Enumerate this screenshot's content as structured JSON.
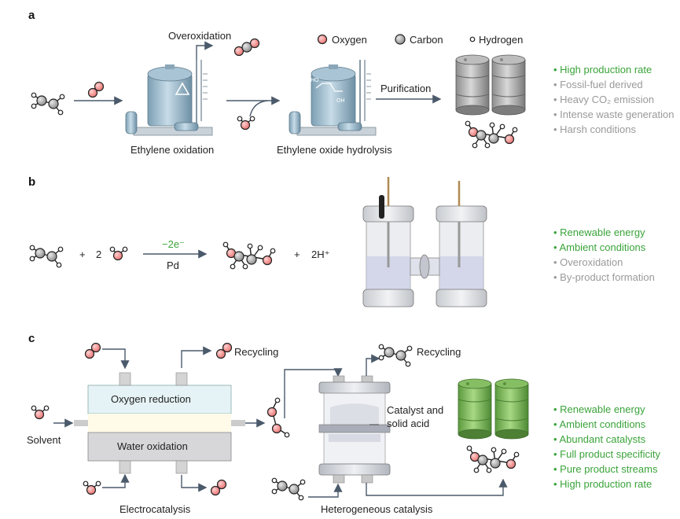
{
  "panel_a": {
    "letter": "a",
    "legend": {
      "oxygen": "Oxygen",
      "carbon": "Carbon",
      "hydrogen": "Hydrogen"
    },
    "overoxidation": "Overoxidation",
    "purification": "Purification",
    "step1": "Ethylene oxidation",
    "step2": "Ethylene oxide hydrolysis",
    "points": [
      {
        "text": "• High production rate",
        "color": "green"
      },
      {
        "text": "• Fossil-fuel derived",
        "color": "grey"
      },
      {
        "text": "• Heavy CO₂ emission",
        "color": "grey"
      },
      {
        "text": "• Intense waste generation",
        "color": "grey"
      },
      {
        "text": "• Harsh conditions",
        "color": "grey"
      }
    ]
  },
  "panel_b": {
    "letter": "b",
    "plus1": "+",
    "coef": "2",
    "arrow_top": "−2e⁻",
    "arrow_bottom": "Pd",
    "plus2": "+",
    "product2": "2H⁺",
    "points": [
      {
        "text": "• Renewable energy",
        "color": "green"
      },
      {
        "text": "• Ambient conditions",
        "color": "green"
      },
      {
        "text": "• Overoxidation",
        "color": "grey"
      },
      {
        "text": "• By-product formation",
        "color": "grey"
      }
    ]
  },
  "panel_c": {
    "letter": "c",
    "recycling1": "Recycling",
    "recycling2": "Recycling",
    "oxygen_reduction": "Oxygen reduction",
    "water_oxidation": "Water oxidation",
    "solvent": "Solvent",
    "catalyst": "Catalyst and",
    "catalyst2": "solid acid",
    "electro": "Electrocatalysis",
    "hetero": "Heterogeneous catalysis",
    "points": [
      {
        "text": "• Renewable energy",
        "color": "green"
      },
      {
        "text": "• Ambient conditions",
        "color": "green"
      },
      {
        "text": "• Abundant catalysts",
        "color": "green"
      },
      {
        "text": "• Full product specificity",
        "color": "green"
      },
      {
        "text": "• Pure product streams",
        "color": "green"
      },
      {
        "text": "• High production rate",
        "color": "green"
      }
    ]
  },
  "colors": {
    "oxygen": "#f08a8a",
    "carbon": "#a9a9a9",
    "green_text": "#3aa33a",
    "grey_text": "#9a9a9a",
    "arrow": "#4b5a6b"
  }
}
